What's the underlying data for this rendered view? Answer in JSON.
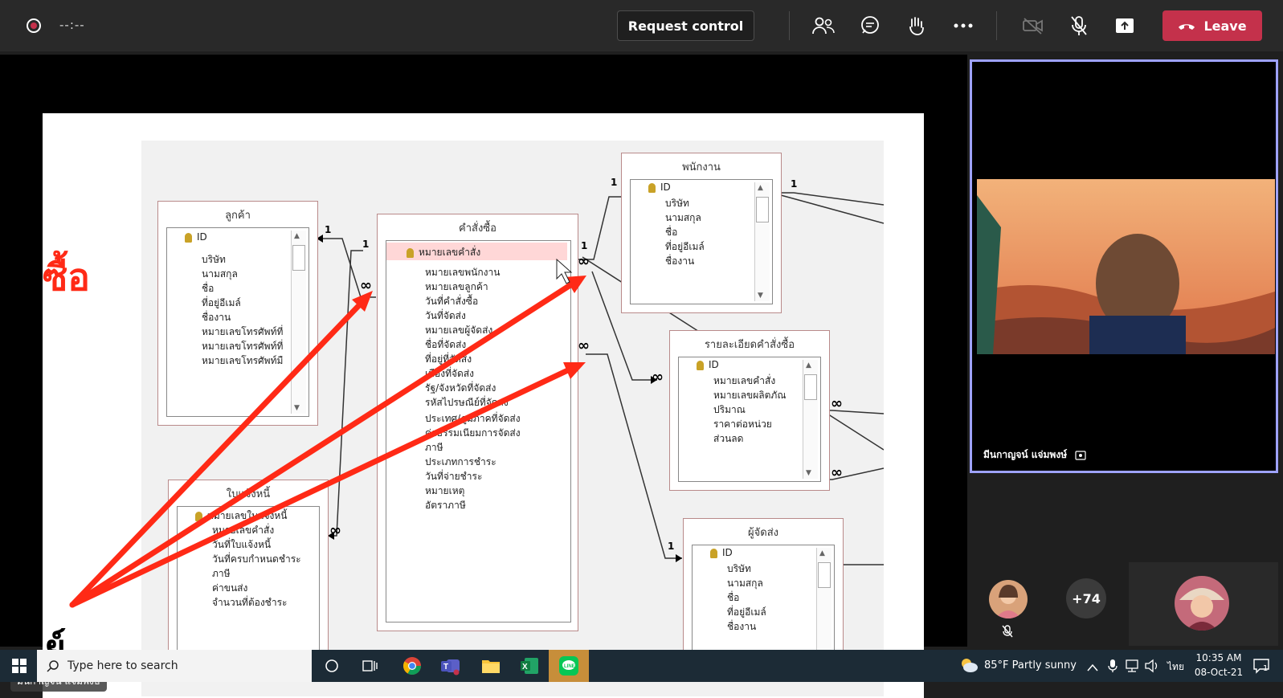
{
  "topbar": {
    "timer": "--:--",
    "request_control_label": "Request control",
    "leave_label": "Leave"
  },
  "slide": {
    "red_text": "ซื้อ",
    "black_text": "ย์",
    "presenter_name": "มีนกาญจน์ แจ่มพงษ์",
    "entities": {
      "customer": {
        "title": "ลูกค้า",
        "key": "ID",
        "fields": [
          "บริษัท",
          "นามสกุล",
          "ชื่อ",
          "ที่อยู่อีเมล์",
          "ชื่องาน",
          "หมายเลขโทรศัพท์ที่",
          "หมายเลขโทรศัพท์ที่",
          "หมายเลขโทรศัพท์มื"
        ]
      },
      "order": {
        "title": "คำสั่งซื้อ",
        "key": "หมายเลขคำสั่ง",
        "fields": [
          "หมายเลขพนักงาน",
          "หมายเลขลูกค้า",
          "วันที่คำสั่งซื้อ",
          "วันที่จัดส่ง",
          "หมายเลขผู้จัดส่ง",
          "ชื่อที่จัดส่ง",
          "ที่อยู่ที่จัดส่ง",
          "เมืองที่จัดส่ง",
          "รัฐ/จังหวัดที่จัดส่ง",
          "รหัสไปรษณีย์ที่จัดส่ง",
          "ประเทศ/ภูมิภาคที่จัดส่ง",
          "ค่าธรรมเนียมการจัดส่ง",
          "ภาษี",
          "ประเภทการชำระ",
          "วันที่จ่ายชำระ",
          "หมายเหตุ",
          "อัตราภาษี"
        ]
      },
      "invoice": {
        "title": "ใบแจ้งหนี้",
        "key": "หมายเลขใบแจ้งหนี้",
        "fields": [
          "หมายเลขคำสั่ง",
          "วันที่ใบแจ้งหนี้",
          "วันที่ครบกำหนดชำระ",
          "ภาษี",
          "ค่าขนส่ง",
          "จำนวนที่ต้องชำระ"
        ]
      },
      "employee": {
        "title": "พนักงาน",
        "key": "ID",
        "fields": [
          "บริษัท",
          "นามสกุล",
          "ชื่อ",
          "ที่อยู่อีเมล์",
          "ชื่องาน"
        ]
      },
      "order_details": {
        "title": "รายละเอียดคำสั่งซื้อ",
        "key": "ID",
        "fields": [
          "หมายเลขคำสั่ง",
          "หมายเลขผลิตภัณ",
          "ปริมาณ",
          "ราคาต่อหน่วย",
          "ส่วนลด"
        ]
      },
      "shipper": {
        "title": "ผู้จัดส่ง",
        "key": "ID",
        "fields": [
          "บริษัท",
          "นามสกุล",
          "ชื่อ",
          "ที่อยู่อีเมล์",
          "ชื่องาน"
        ]
      }
    },
    "rel_one": "1",
    "rel_many": "∞"
  },
  "video": {
    "name": "มีนกาญจน์ แจ่มพงษ์"
  },
  "participants": {
    "more_count": "+74"
  },
  "taskbar": {
    "search_placeholder": "Type here to search",
    "weather": "85°F  Partly sunny",
    "lang": "ไทย",
    "time": "10:35 AM",
    "date": "08-Oct-21",
    "notif_count": "1"
  },
  "colors": {
    "leave": "#c4314b",
    "active_border": "#9ea2ff",
    "arrow_red": "#ff2a16"
  }
}
